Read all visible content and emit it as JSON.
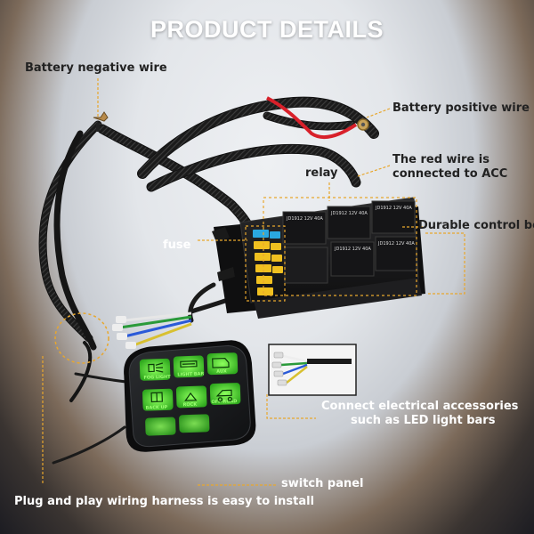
{
  "title": "PRODUCT DETAILS",
  "labels": {
    "battery_negative": "Battery negative wire",
    "battery_positive": "Battery positive wire",
    "red_wire_line1": "The red wire is",
    "red_wire_line2": "connected to ACC",
    "relay": "relay",
    "control_box": "Durable control box",
    "fuse": "fuse",
    "accessories_line1": "Connect electrical accessories",
    "accessories_line2": "such as LED light bars",
    "switch_panel": "switch panel",
    "harness": "Plug and play wiring harness is easy to install"
  },
  "relays": [
    "JD1912 12V 40A",
    "JD1912 12V 40A",
    "JD1912 12V 40A",
    "JD1912 12V 40A",
    "JD1912 12V 40A"
  ],
  "switch_buttons": [
    {
      "label": "FOG LIGHT",
      "icon": "fog-light-icon"
    },
    {
      "label": "LIGHT BAR",
      "icon": "light-bar-icon"
    },
    {
      "label": "AUX",
      "icon": "aux-icon"
    },
    {
      "label": "BACK UP",
      "icon": "backup-icon"
    },
    {
      "label": "ROCK",
      "icon": "rock-light-icon"
    },
    {
      "label": "OFF-ROAD",
      "icon": "off-road-icon"
    }
  ],
  "colors": {
    "accent_gold": "#e8a72d",
    "glow_green": "#5fe23a",
    "wire_red": "#e0202a"
  }
}
